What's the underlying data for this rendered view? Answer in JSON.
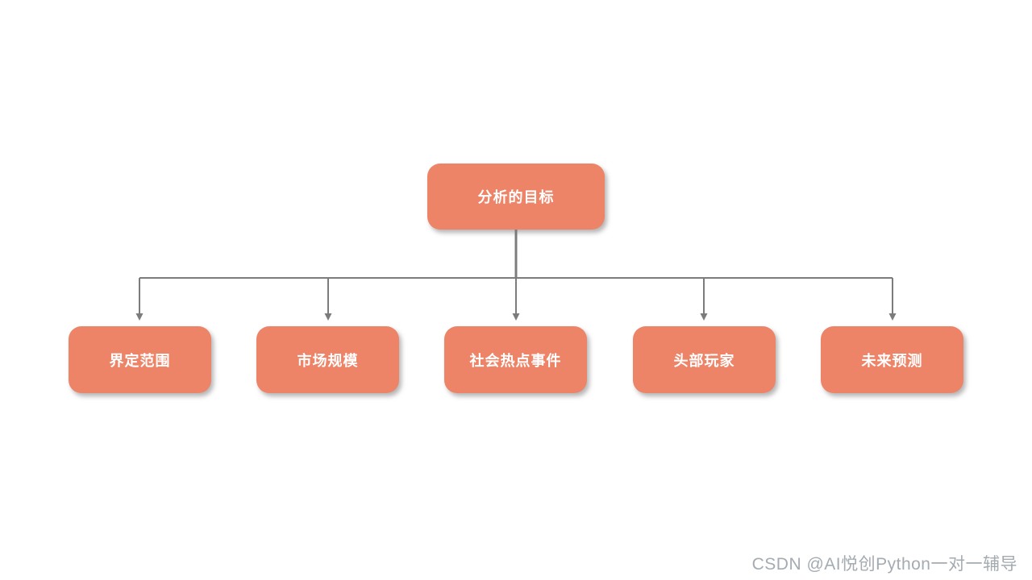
{
  "diagram": {
    "root": {
      "label": "分析的目标"
    },
    "children": [
      {
        "label": "界定范围"
      },
      {
        "label": "市场规模"
      },
      {
        "label": "社会热点事件"
      },
      {
        "label": "头部玩家"
      },
      {
        "label": "未来预测"
      }
    ]
  },
  "watermark": "CSDN @AI悦创Python一对一辅导",
  "colors": {
    "node_fill": "#ED8468",
    "node_text": "#FFFFFF",
    "connector": "#7C7C7C",
    "watermark_text": "#A4ABB1"
  }
}
